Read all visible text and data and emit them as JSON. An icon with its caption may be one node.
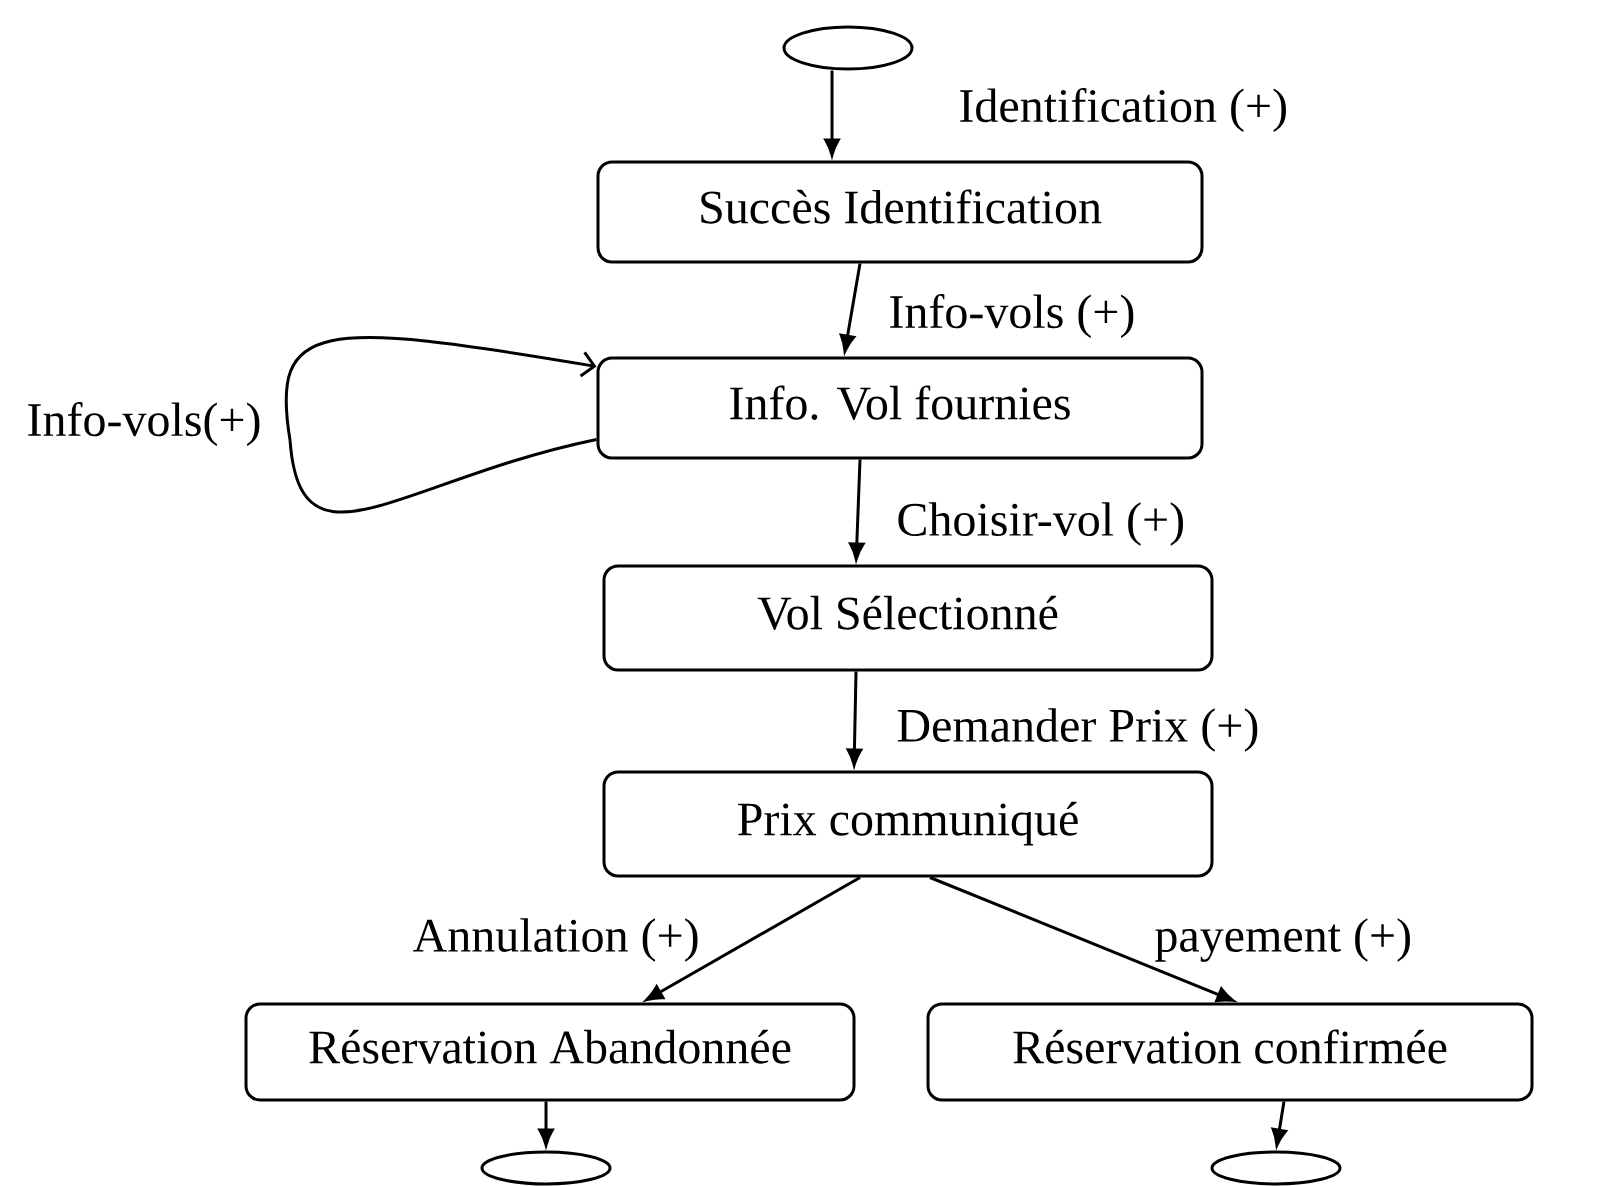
{
  "diagram": {
    "nodes": [
      {
        "text": [],
        "shape": "ellipse"
      },
      {
        "text": [
          "Succès Identification"
        ]
      },
      {
        "text": [
          "Info. Vol fournies"
        ]
      },
      {
        "text": [
          "Vol Sélectionné"
        ]
      },
      {
        "text": [
          "Prix communiqué"
        ]
      },
      {
        "text": [
          "Réservation Abandonnée"
        ]
      },
      {
        "text": [
          "Réservation confirmée"
        ]
      },
      {
        "text": [],
        "shape": "ellipse"
      },
      {
        "text": [],
        "shape": "ellipse"
      }
    ],
    "edges": [
      {
        "from": 0,
        "to": 1,
        "arrow": "to",
        "label": "Identification (+)"
      },
      {
        "from": 1,
        "to": 2,
        "arrow": "to",
        "label": "Info-vols (+)"
      },
      {
        "from": 2,
        "to": 2,
        "arrow": "to",
        "label": "Info-vols(+)"
      },
      {
        "from": 2,
        "to": 3,
        "arrow": "to",
        "label": "Choisir-vol (+)"
      },
      {
        "from": 3,
        "to": 4,
        "arrow": "to",
        "label": "Demander Prix (+)"
      },
      {
        "from": 4,
        "to": 5,
        "arrow": "to",
        "label": "Annulation (+)"
      },
      {
        "from": 4,
        "to": 6,
        "arrow": "to",
        "label": "payement (+)"
      },
      {
        "from": 5,
        "to": 7,
        "arrow": "to"
      },
      {
        "from": 6,
        "to": 8,
        "arrow": "to"
      }
    ]
  }
}
